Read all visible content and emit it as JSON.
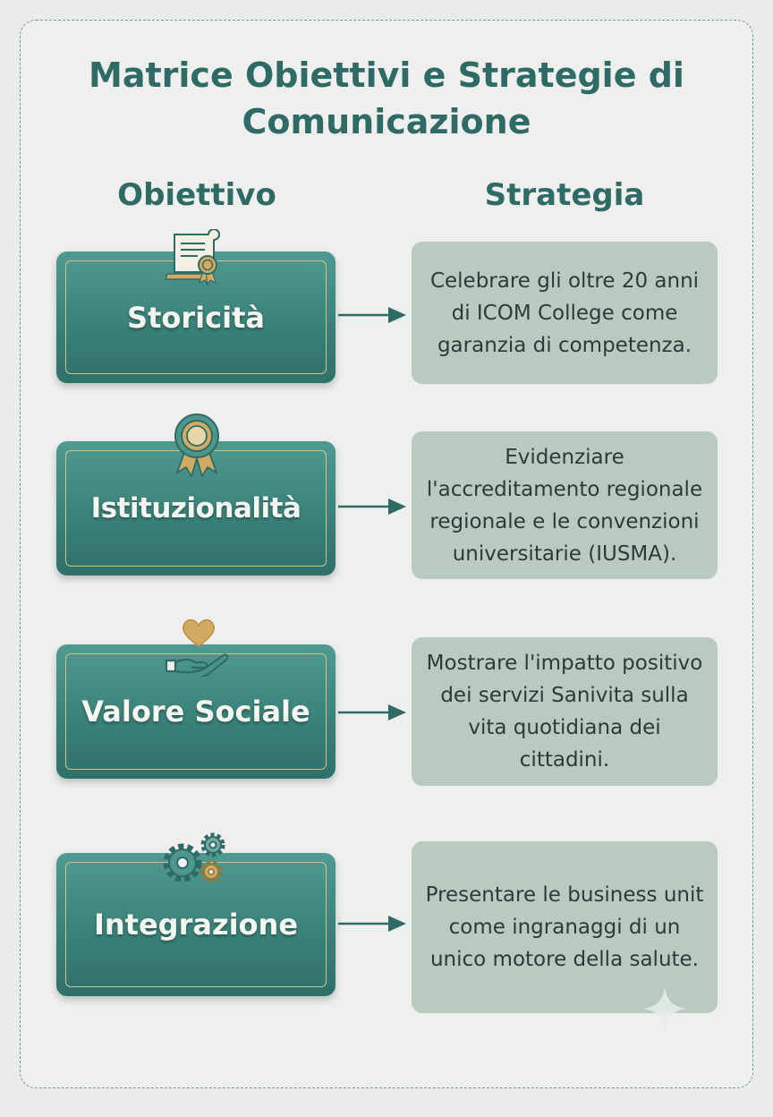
{
  "title": "Matrice Obiettivi e Strategie di Comunicazione",
  "columns": {
    "left": "Obiettivo",
    "right": "Strategia"
  },
  "rows": [
    {
      "objective": "Storicità",
      "icon": "certificate-scroll-icon",
      "strategy": "Celebrare gli oltre 20 anni di ICOM College come garanzia di competenza."
    },
    {
      "objective": "Istituzionalità",
      "icon": "award-rosette-icon",
      "strategy": "Evidenziare l'accreditamento regionale regionale e le convenzioni universitarie (IUSMA)."
    },
    {
      "objective": "Valore Sociale",
      "icon": "heart-hand-icon",
      "strategy": "Mostrare l'impatto positivo dei servizi Sanivita sulla vita quotidiana dei cittadini."
    },
    {
      "objective": "Integrazione",
      "icon": "gears-icon",
      "strategy": "Presentare le business unit come ingranaggi di un unico motore della salute."
    }
  ],
  "colors": {
    "accent": "#2f6b66",
    "objective_box": "#3f8a82",
    "objective_border": "#c9c590",
    "strategy_box": "#b9cbc0",
    "gold": "#d2aa62"
  }
}
